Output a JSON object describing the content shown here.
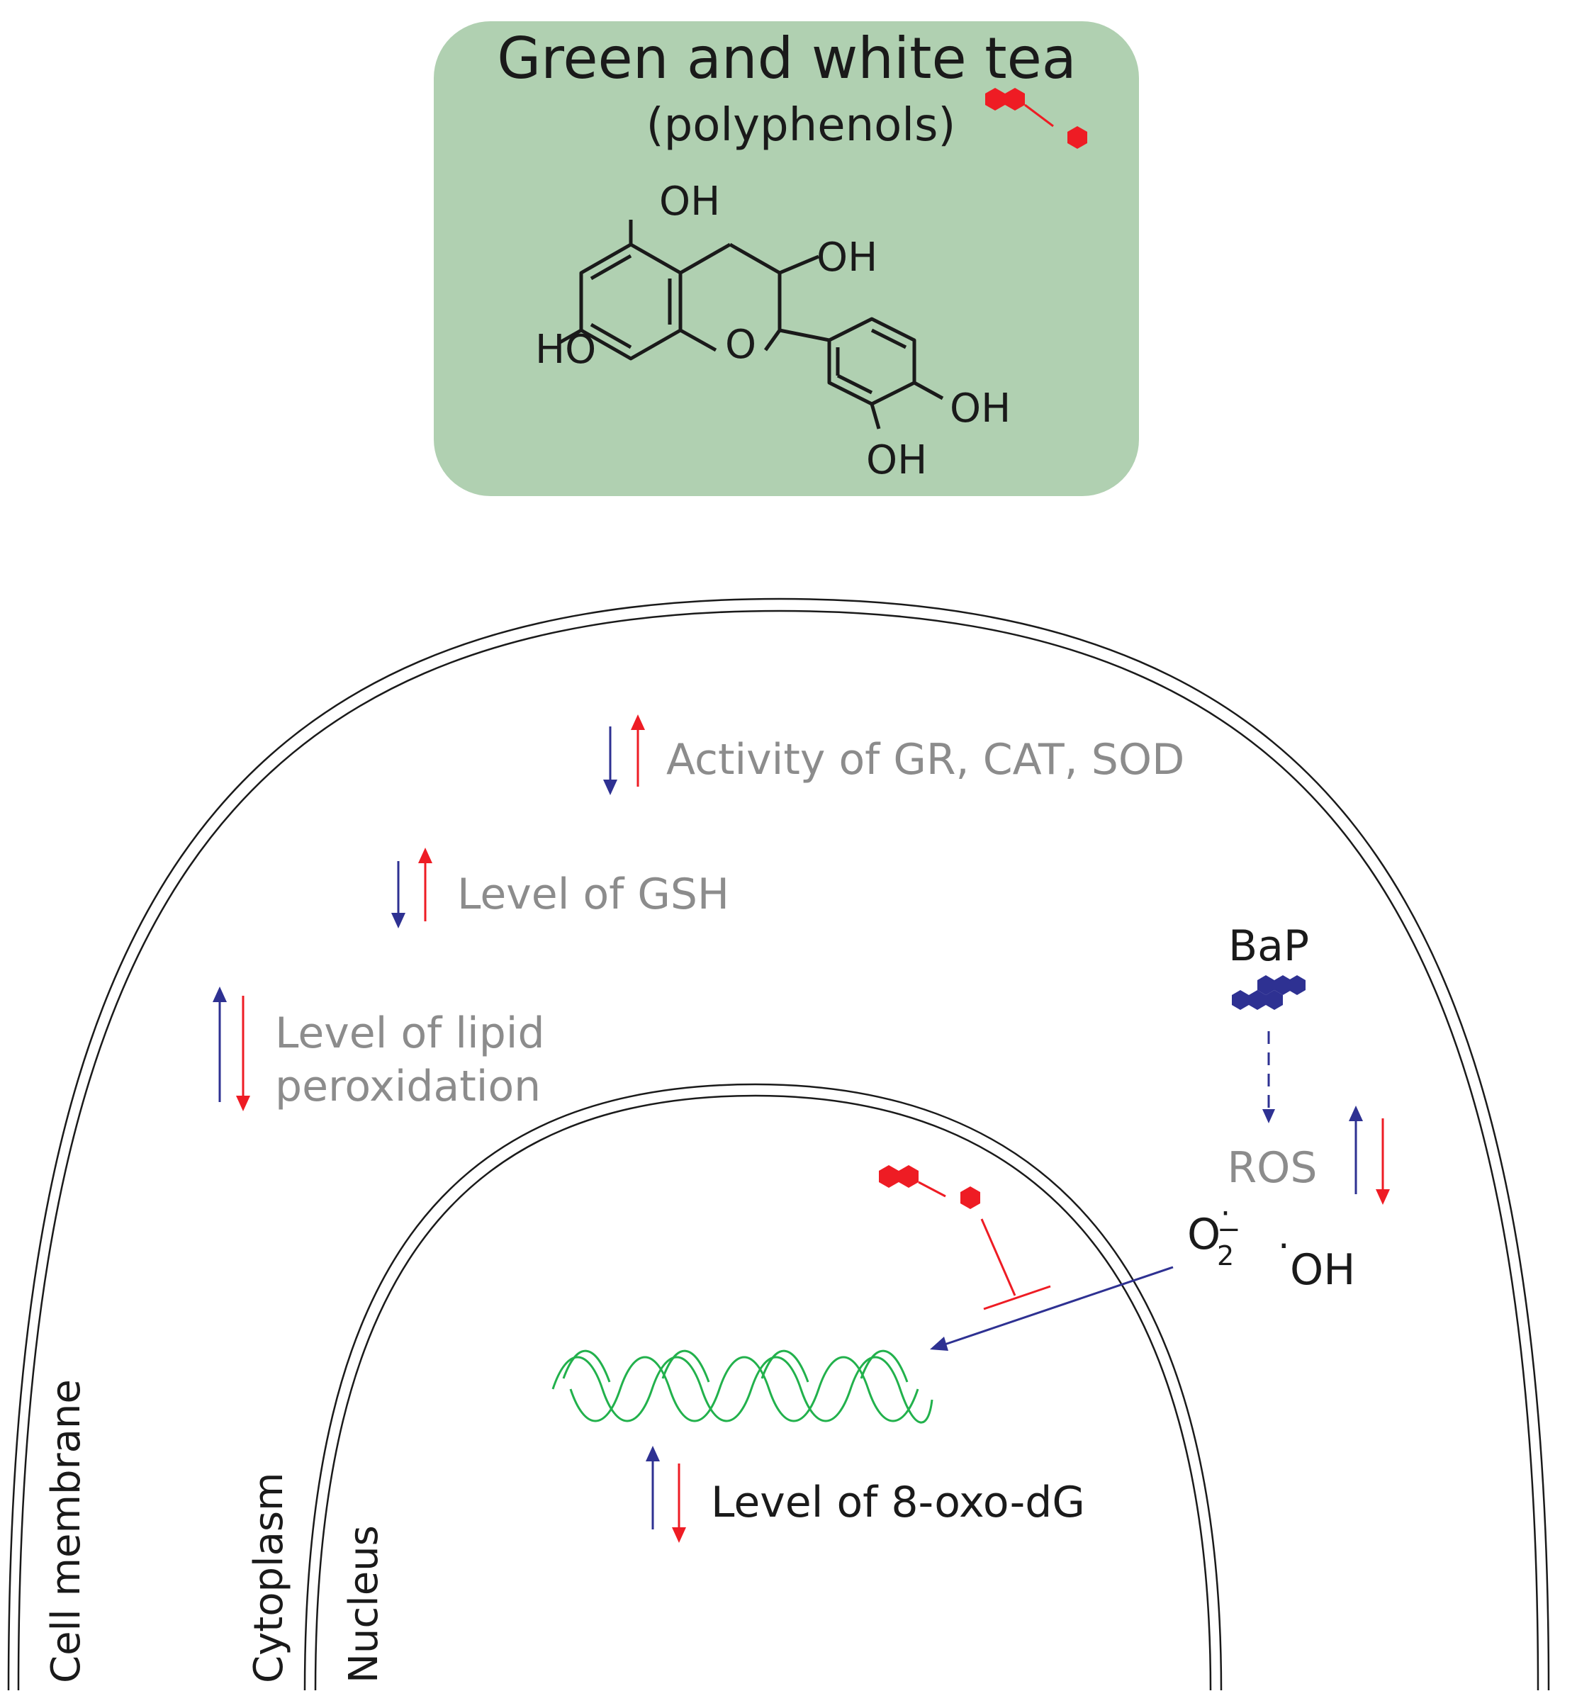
{
  "colors": {
    "tea_box_fill": "#b0d0b1",
    "polyphenol_red": "#ee1c24",
    "bap_blue": "#2e3192",
    "dna_green": "#22b14c",
    "membrane_line": "#1a1a1a",
    "effect_text_grey": "#8c8c8c",
    "text_dark": "#1a1a1a"
  },
  "tea_box": {
    "title": "Green and white tea",
    "subtitle": "(polyphenols)",
    "structure_labels": {
      "oh_top": "OH",
      "oh_right_ring": "OH",
      "ho_left": "HO",
      "ring_oxygen": "O",
      "oh_catechol_para": "OH",
      "oh_catechol_meta": "OH"
    }
  },
  "effects": {
    "enzymes": {
      "text": "Activity of GR, CAT, SOD",
      "bap_direction": "down",
      "tea_direction": "up"
    },
    "gsh": {
      "text": "Level of GSH",
      "bap_direction": "down",
      "tea_direction": "up"
    },
    "lipid": {
      "line1": "Level of lipid",
      "line2": "peroxidation",
      "bap_direction": "up",
      "tea_direction": "down"
    },
    "ros": {
      "text": "ROS",
      "bap_direction": "up",
      "tea_direction": "down"
    },
    "oxo_dg": {
      "text": "Level of 8-oxo-dG",
      "bap_direction": "up",
      "tea_direction": "down"
    }
  },
  "bap": {
    "label": "BaP"
  },
  "radicals": {
    "superoxide_base": "O",
    "superoxide_sub": "2",
    "superoxide_sup": "·",
    "superoxide_charge": "−",
    "hydroxyl_dot": "·",
    "hydroxyl": "OH"
  },
  "compartments": {
    "cell_membrane": "Cell membrane",
    "cytoplasm": "Cytoplasm",
    "nucleus": "Nucleus"
  }
}
